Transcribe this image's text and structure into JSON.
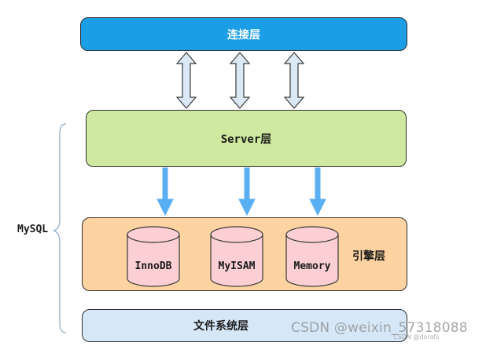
{
  "layers": {
    "connection": "连接层",
    "server": "Server层",
    "engine": "引擎层",
    "filesystem": "文件系统层"
  },
  "group_label": "MySQL",
  "engines": [
    "InnoDB",
    "MyISAM",
    "Memory"
  ],
  "colors": {
    "connection": "#1b9ee6",
    "server": "#cfeaa0",
    "engine": "#fdd3a2",
    "filesystem": "#d6e8f8",
    "cylinder": "#fbcfd3",
    "down_arrow": "#5aaef2",
    "double_arrow": "#dbe8f6"
  },
  "watermark": {
    "main": "CSDN @weixin_57318088",
    "secondary": "CSDN @dorafs"
  }
}
